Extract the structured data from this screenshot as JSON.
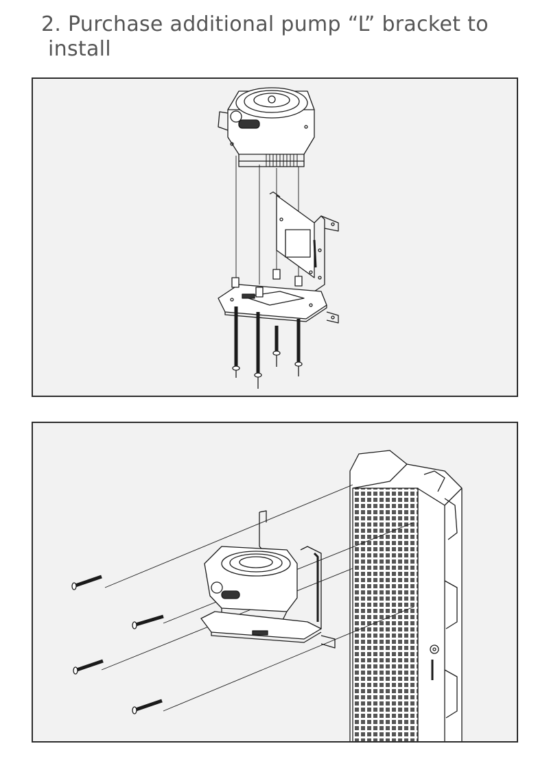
{
  "heading": {
    "line1": "2. Purchase additional pump  “L” bracket to",
    "line2": "install"
  },
  "colors": {
    "panel_bg": "#f2f2f2",
    "line": "#1a1a1a",
    "heading_text": "#555555"
  },
  "panels": [
    {
      "illustration": "pump-exploded-onto-l-bracket"
    },
    {
      "illustration": "pump-with-l-bracket-screwed-onto-radiator"
    }
  ]
}
